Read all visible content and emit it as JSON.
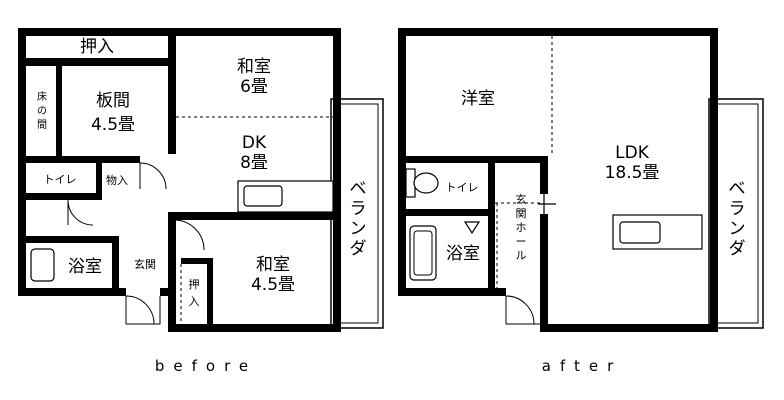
{
  "before": {
    "oshiire_top": "押入",
    "floor_alcove": [
      "床",
      "の",
      "間"
    ],
    "itama": [
      "板間",
      "4.5畳"
    ],
    "washitsu_6": [
      "和室",
      "6畳"
    ],
    "dk": [
      "DK",
      "8畳"
    ],
    "toilet": "トイレ",
    "storage": "物入",
    "bath": "浴室",
    "entrance": "玄関",
    "oshiire_small": [
      "押",
      "入"
    ],
    "washitsu_45": [
      "和室",
      "4.5畳"
    ],
    "veranda": [
      "ベ",
      "ラ",
      "ン",
      "ダ"
    ],
    "caption": "before"
  },
  "after": {
    "western_room": "洋室",
    "ldk": [
      "LDK",
      "18.5畳"
    ],
    "toilet": "トイレ",
    "entrance_hall": [
      "玄",
      "関",
      "ホ",
      "ー",
      "ル"
    ],
    "bath": "浴室",
    "veranda": [
      "ベ",
      "ラ",
      "ン",
      "ダ"
    ],
    "caption": "after"
  }
}
